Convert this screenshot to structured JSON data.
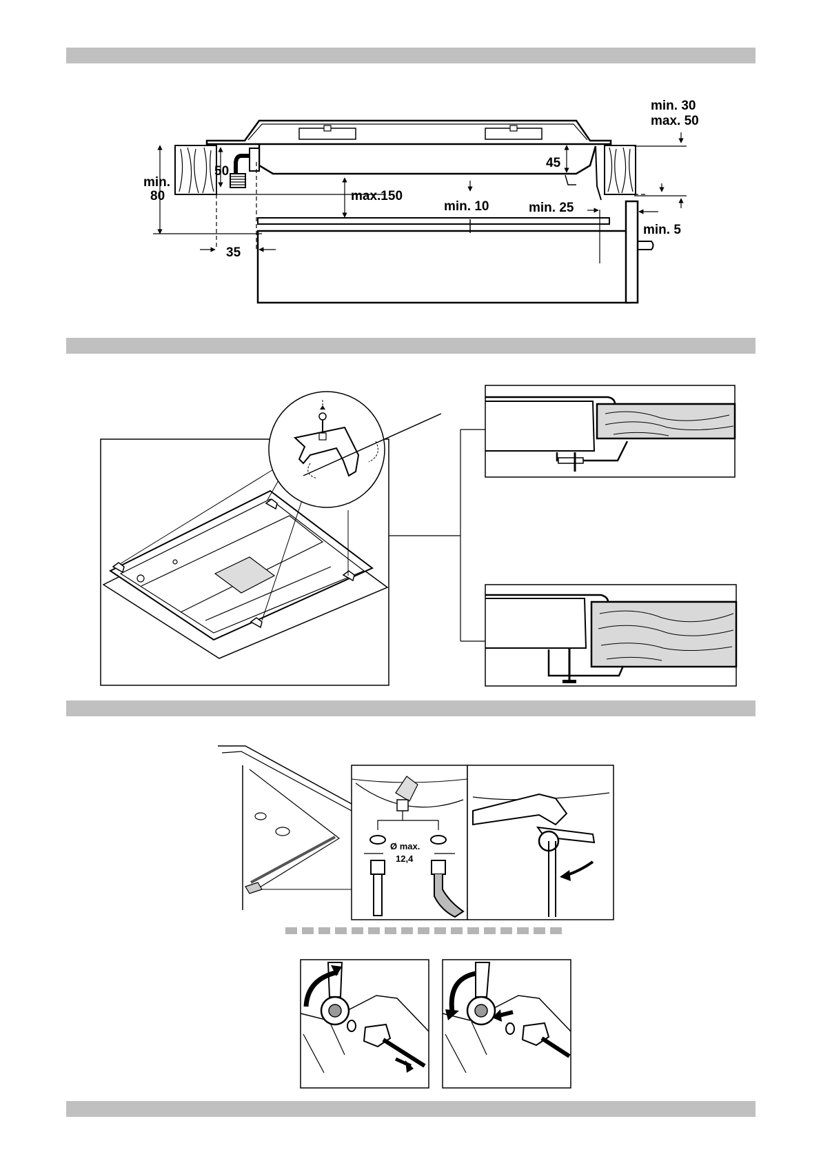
{
  "section_bars": [
    "",
    "",
    "",
    ""
  ],
  "dimensions": {
    "clearance_top": "min. 30",
    "clearance_top_max": "max. 50",
    "worktop_min_label": "min.",
    "worktop_min_value": "80",
    "inlet_height": "50",
    "hob_depth": "45",
    "max_gap": "max.150",
    "min_gap": "min. 10",
    "min_side": "min. 25",
    "min_front": "min. 5",
    "inlet_offset": "35"
  },
  "connection": {
    "diameter_label": "Ø max.",
    "diameter_value": "12,4"
  }
}
